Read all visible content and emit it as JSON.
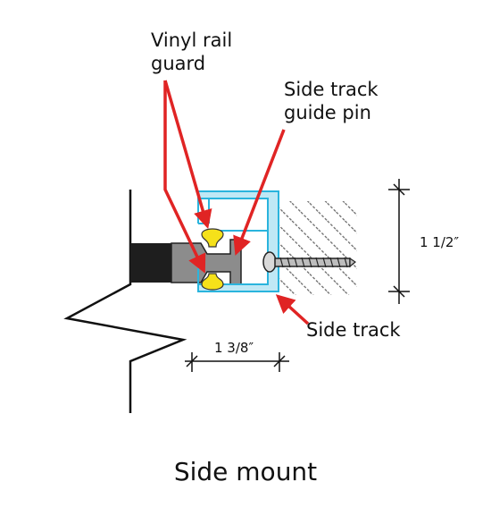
{
  "callouts": {
    "rail_guard": [
      "Vinyl rail",
      "guard"
    ],
    "guide_pin": [
      "Side track",
      "guide pin"
    ],
    "side_track": "Side track"
  },
  "dimensions": {
    "height": "1 1/2″",
    "width": "1 3/8″"
  },
  "caption": "Side mount",
  "colors": {
    "track_outline": "#2ab4dd",
    "arrow": "#e02424",
    "rail_guard": "#f5e11a",
    "pin": "#8c8c8c",
    "mount_block": "#1e1e1e",
    "wall_hatch": "#666666"
  }
}
